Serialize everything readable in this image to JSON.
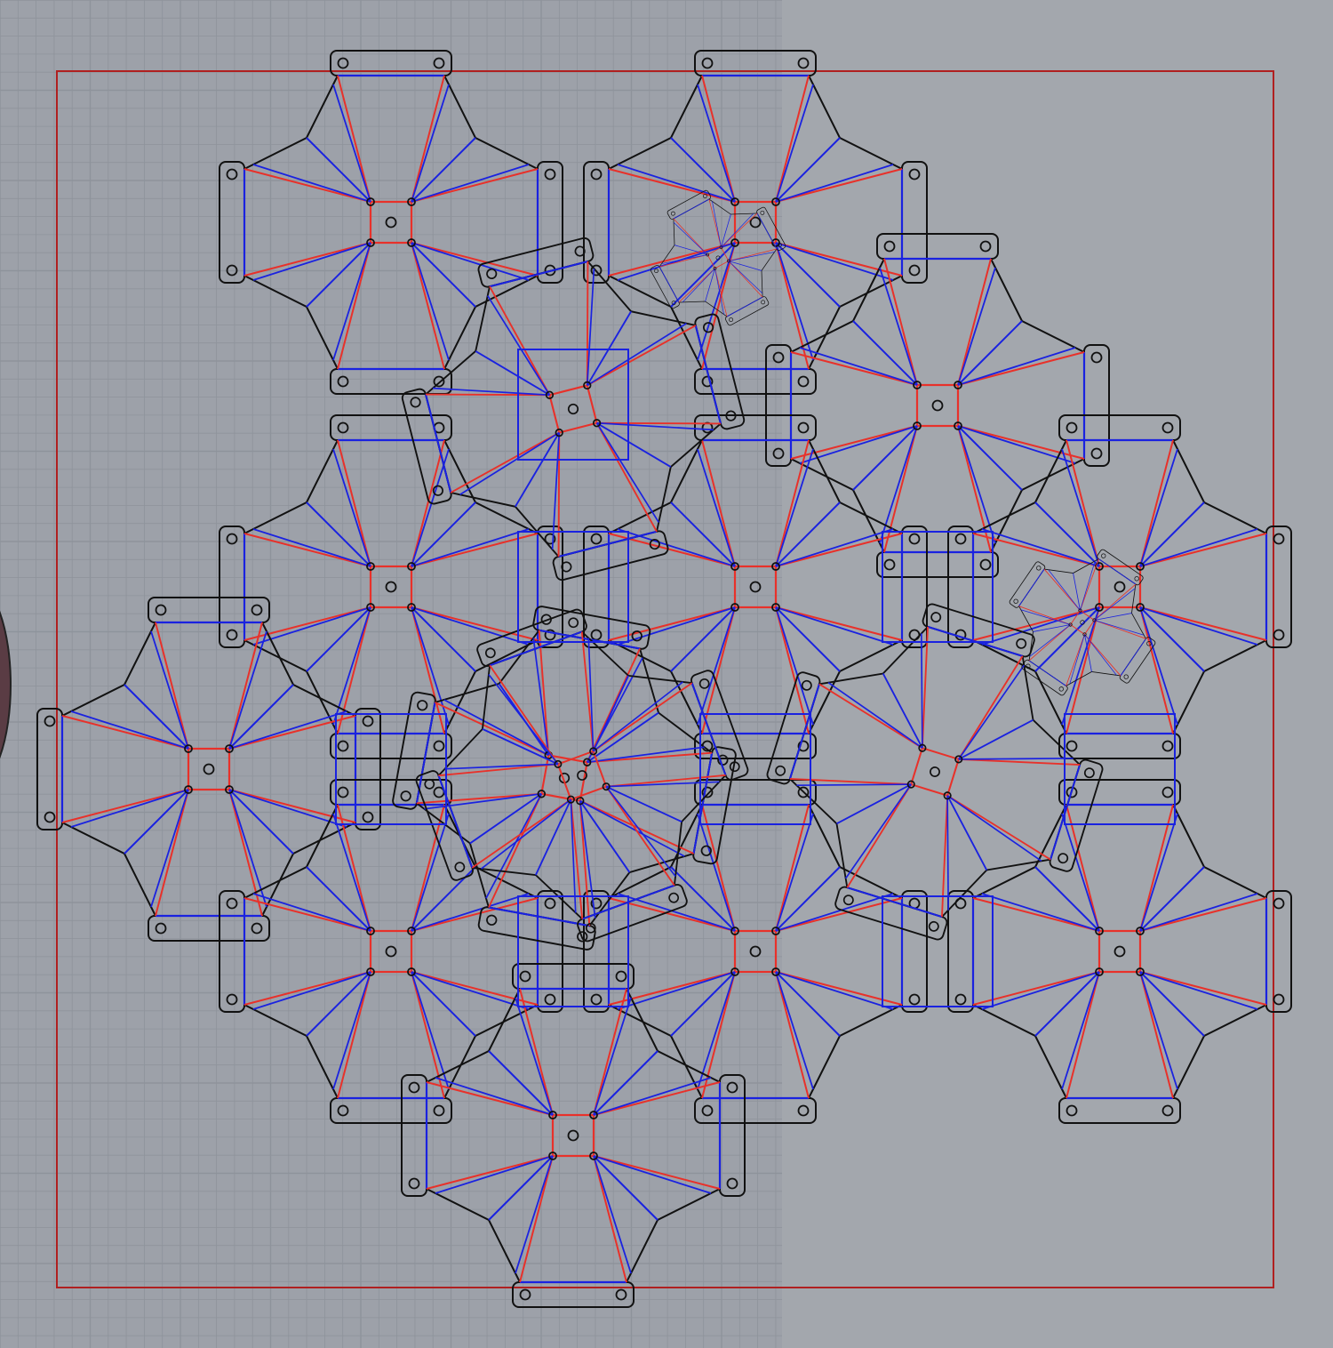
{
  "viewport": {
    "background_color": "#a3a7ad",
    "grid_area_color": "#9da1a9",
    "grid_line_color": "#8e939b",
    "sheet_border_color": "#b02020"
  },
  "line_colors": {
    "outline": "#111111",
    "fold_mountain": "#e8312a",
    "fold_valley": "#1a22e0",
    "hole": "#111111"
  },
  "pattern": {
    "unit_count": 16,
    "unit_types": [
      "octagon-hub",
      "distorted-hub"
    ],
    "layer_names": [
      "cut",
      "mountain-fold",
      "valley-fold"
    ]
  }
}
